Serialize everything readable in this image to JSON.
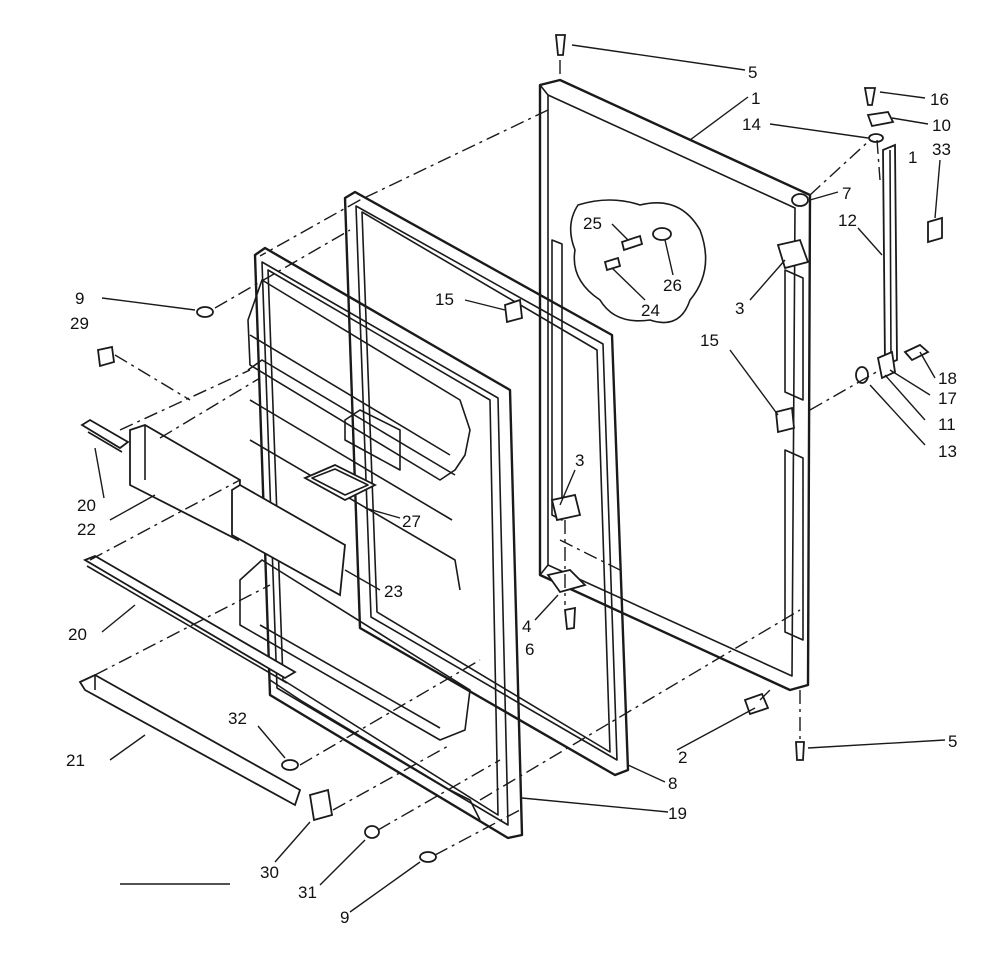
{
  "callouts": [
    {
      "id": "c5a",
      "text": "5"
    },
    {
      "id": "c1a",
      "text": "1"
    },
    {
      "id": "c16",
      "text": "16"
    },
    {
      "id": "c14",
      "text": "14"
    },
    {
      "id": "c10",
      "text": "10"
    },
    {
      "id": "c33",
      "text": "33"
    },
    {
      "id": "c1b",
      "text": "1"
    },
    {
      "id": "c7",
      "text": "7"
    },
    {
      "id": "c12",
      "text": "12"
    },
    {
      "id": "c25",
      "text": "25"
    },
    {
      "id": "c26",
      "text": "26"
    },
    {
      "id": "c24",
      "text": "24"
    },
    {
      "id": "c3a",
      "text": "3"
    },
    {
      "id": "c15a",
      "text": "15"
    },
    {
      "id": "c15b",
      "text": "15"
    },
    {
      "id": "c18",
      "text": "18"
    },
    {
      "id": "c17",
      "text": "17"
    },
    {
      "id": "c11",
      "text": "11"
    },
    {
      "id": "c13",
      "text": "13"
    },
    {
      "id": "c9a",
      "text": "9"
    },
    {
      "id": "c29",
      "text": "29"
    },
    {
      "id": "c20a",
      "text": "20"
    },
    {
      "id": "c22",
      "text": "22"
    },
    {
      "id": "c3b",
      "text": "3"
    },
    {
      "id": "c27",
      "text": "27"
    },
    {
      "id": "c23",
      "text": "23"
    },
    {
      "id": "c20b",
      "text": "20"
    },
    {
      "id": "c4",
      "text": "4"
    },
    {
      "id": "c6",
      "text": "6"
    },
    {
      "id": "c2",
      "text": "2"
    },
    {
      "id": "c5b",
      "text": "5"
    },
    {
      "id": "c21",
      "text": "21"
    },
    {
      "id": "c32",
      "text": "32"
    },
    {
      "id": "c8",
      "text": "8"
    },
    {
      "id": "c19",
      "text": "19"
    },
    {
      "id": "c30",
      "text": "30"
    },
    {
      "id": "c31",
      "text": "31"
    },
    {
      "id": "c9b",
      "text": "9"
    }
  ]
}
